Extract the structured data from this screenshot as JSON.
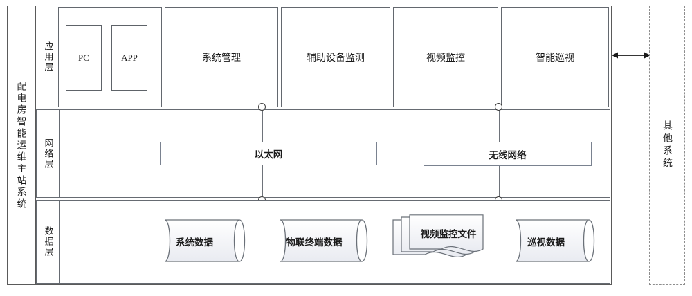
{
  "diagram": {
    "system_title": "配电房智能运维主站系统",
    "external_system": "其他系统",
    "connector_arrow": "bidirectional-arrow",
    "layers": [
      {
        "name": "应用层",
        "key": "application",
        "modules": [
          {
            "label": "PC"
          },
          {
            "label": "APP"
          },
          {
            "label": "系统管理"
          },
          {
            "label": "辅助设备监测"
          },
          {
            "label": "视频监控"
          },
          {
            "label": "智能巡视"
          }
        ]
      },
      {
        "name": "网络层",
        "key": "network",
        "modules": [
          {
            "label": "以太网"
          },
          {
            "label": "无线网络"
          }
        ]
      },
      {
        "name": "数据层",
        "key": "data",
        "modules": [
          {
            "label": "系统数据",
            "shape": "cylinder"
          },
          {
            "label": "物联终端数据",
            "shape": "cylinder"
          },
          {
            "label": "视频监控文件",
            "shape": "multi-document"
          },
          {
            "label": "巡视数据",
            "shape": "cylinder"
          }
        ]
      }
    ]
  },
  "colors": {
    "frame": "#5a5a5a",
    "box_border": "#63686f",
    "net_border": "#7a8290",
    "shape_fill": "#f4f5f8",
    "dashed": "#8d8d8d",
    "text": "#1a1a1a"
  }
}
